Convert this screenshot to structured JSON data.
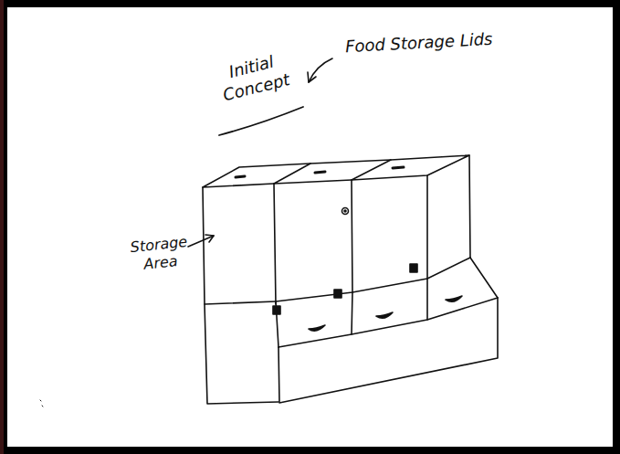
{
  "diagram": {
    "title": "Initial Concept",
    "labels": [
      "Food Storage Lids",
      "Storage Area"
    ]
  }
}
